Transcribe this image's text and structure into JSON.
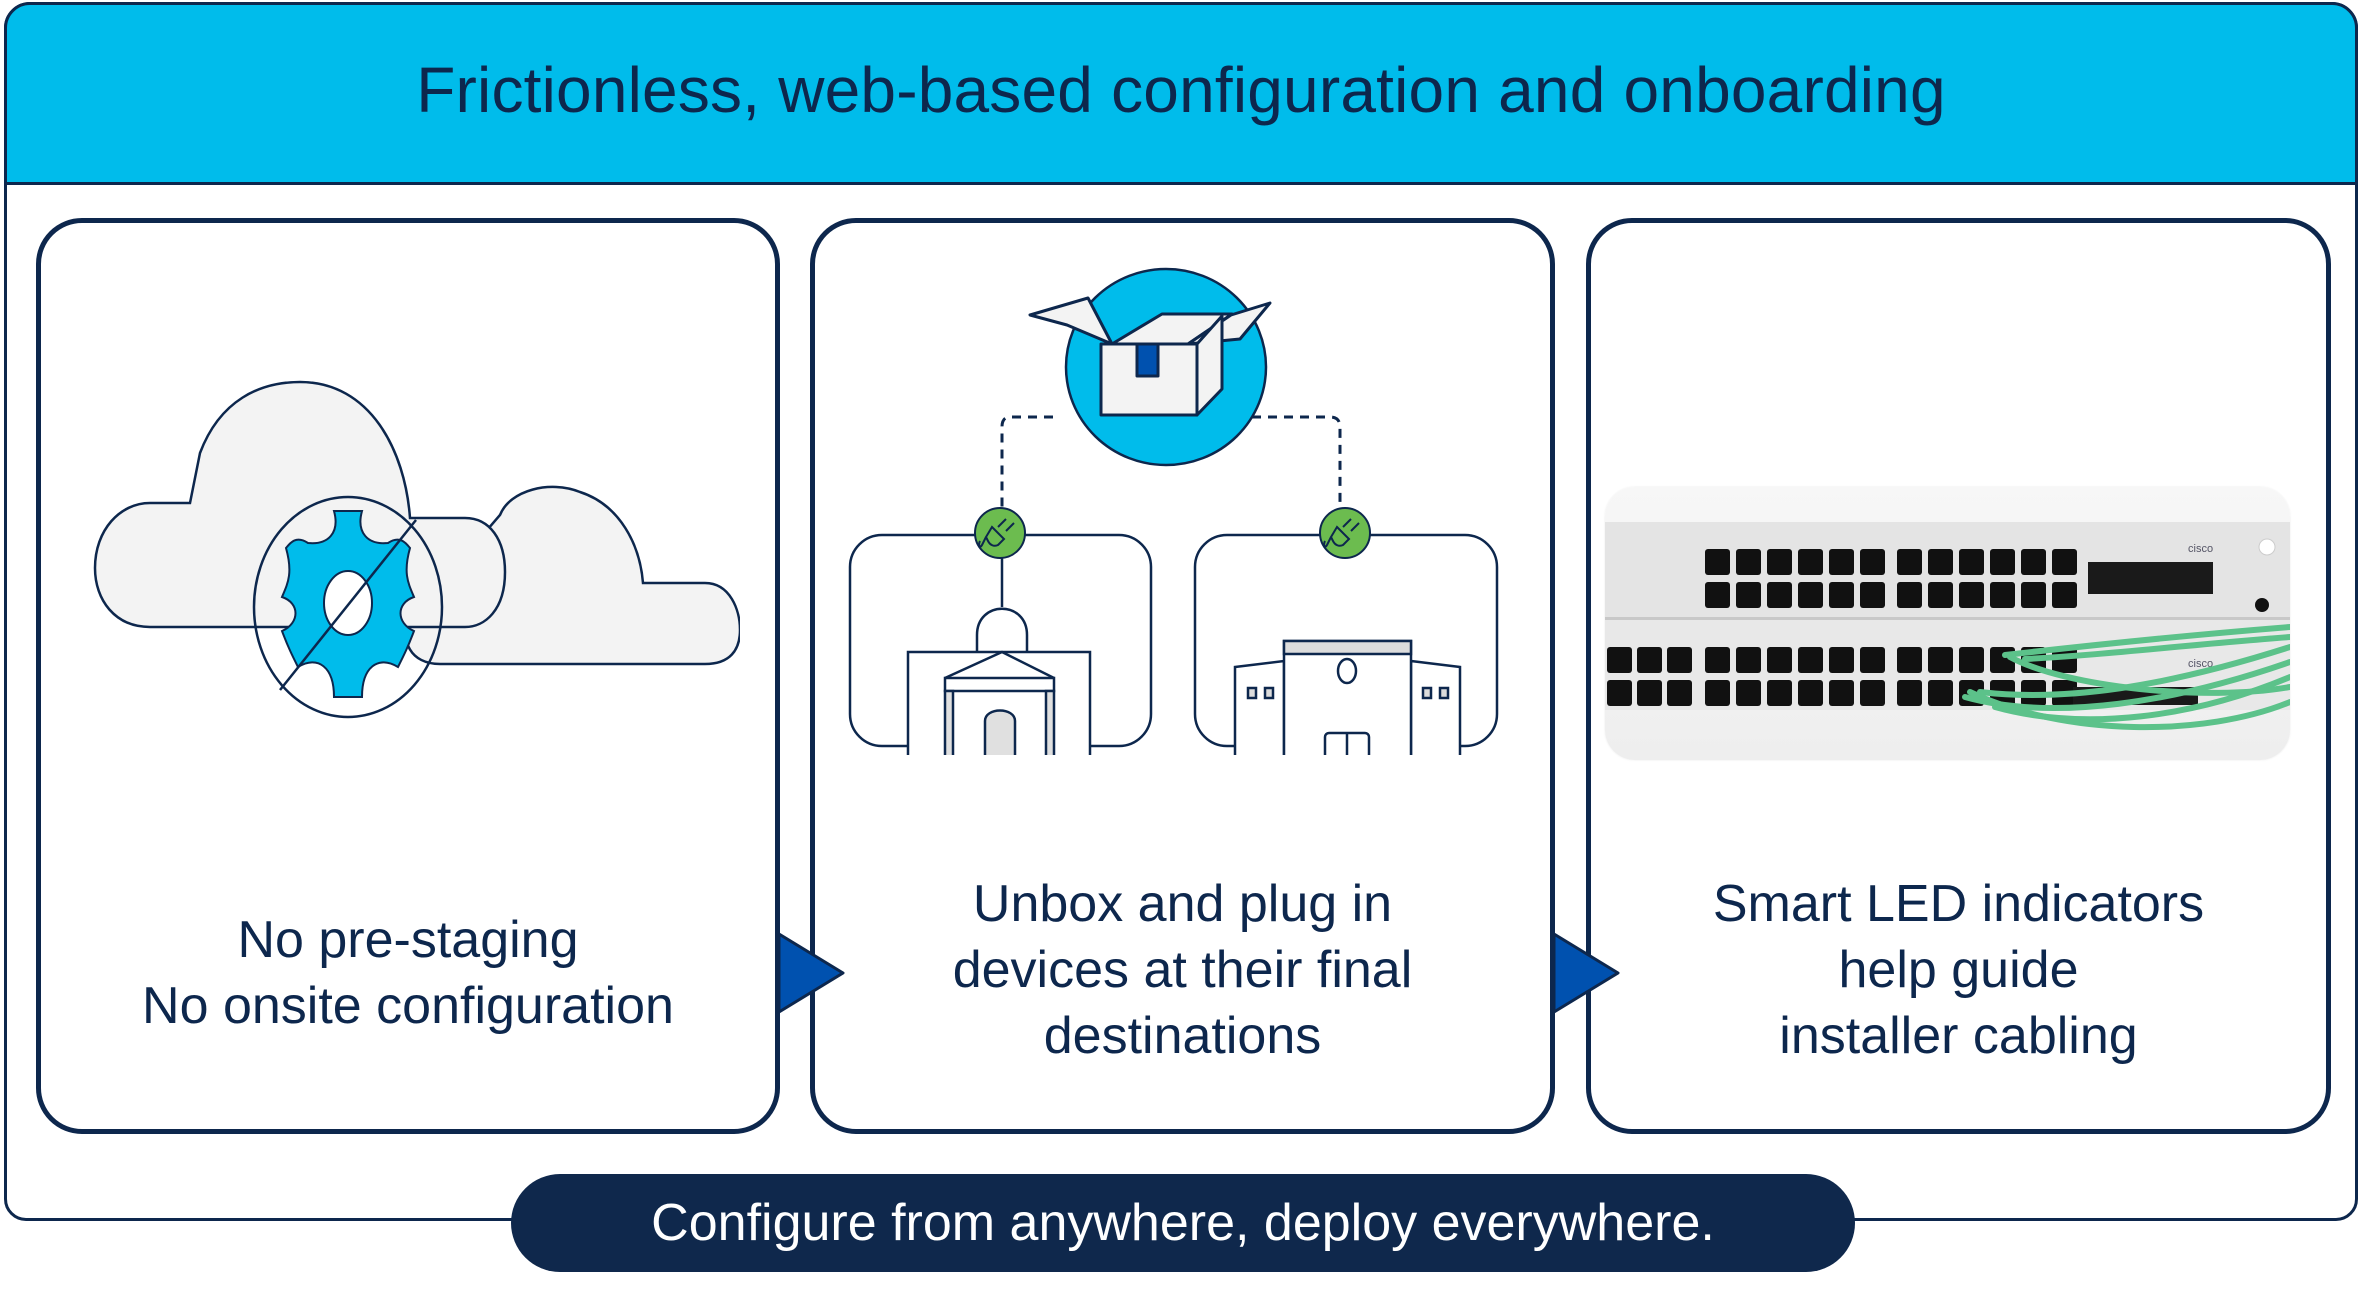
{
  "header": {
    "title": "Frictionless, web-based configuration and onboarding"
  },
  "steps": [
    {
      "icon": "cloud-config-prohibited-icon",
      "lines": [
        "No pre-staging",
        "No onsite configuration"
      ]
    },
    {
      "icon": "unbox-plug-in-icon",
      "lines": [
        "Unbox and plug in",
        "devices at their final",
        "destinations"
      ]
    },
    {
      "icon": "switch-photo",
      "lines": [
        "Smart LED indicators",
        "help guide",
        "installer cabling"
      ]
    }
  ],
  "footer": {
    "tagline": "Configure from anywhere, deploy everywhere."
  },
  "switch_photo": {
    "brand_label": "cisco"
  },
  "colors": {
    "header_bg": "#00bceb",
    "navy": "#0d274d",
    "arrow_blue": "#0051af",
    "plug_green": "#6cbc4f",
    "cloud_fill": "#f3f3f3",
    "cable_green": "#5cc28a"
  }
}
